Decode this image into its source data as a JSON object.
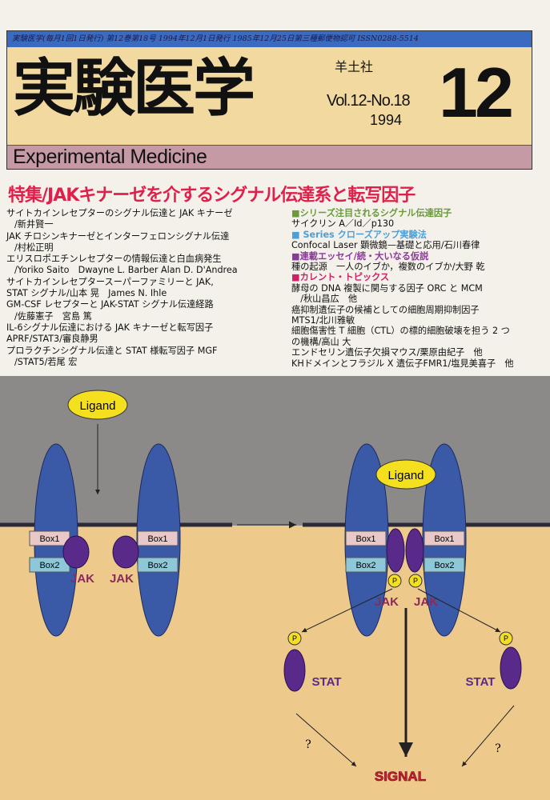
{
  "masthead": {
    "info_line": "実験医学(毎月1回1日発行) 第12巻第18号 1994年12月1日発行 1985年12月25日第三種郵便物認可 ISSN0288-5514",
    "title": "実験医学",
    "publisher": "羊土社",
    "volume": "Vol.12-No.18",
    "year": "1994",
    "issue_number": "12",
    "english_title": "Experimental Medicine"
  },
  "feature_title": "特集/JAKキナーゼを介するシグナル伝達系と転写因子",
  "feature_articles": [
    {
      "line1": "サイトカインレセプターのシグナル伝達と JAK キナーゼ",
      "line2": "/新井賢一"
    },
    {
      "line1": "JAK チロシンキナーゼとインターフェロンシグナル伝達",
      "line2": "/村松正明"
    },
    {
      "line1": "エリスロポエチンレセプターの情報伝達と白血病発生",
      "line2": "/Yoriko Saito　Dwayne L. Barber Alan D. D'Andrea"
    },
    {
      "line1": "サイトカインレセプタースーパーファミリーと JAK,",
      "line2": "STAT シグナル/山本 晃　James N. Ihle"
    },
    {
      "line1": "GM-CSF レセプターと JAK-STAT シグナル伝達経路",
      "line2": "/佐藤憲子　宮島 篤"
    },
    {
      "line1": "IL-6シグナル伝達における JAK キナーゼと転写因子",
      "line2": "APRF/STAT3/審良静男"
    },
    {
      "line1": "プロラクチンシグナル伝達と STAT 様転写因子 MGF",
      "line2": "/STAT5/若尾 宏"
    }
  ],
  "sections": [
    {
      "heading": "■シリーズ注目されるシグナル伝達因子",
      "color": "#6a9a3a",
      "items": [
        "サイクリン A／Id／p130"
      ]
    },
    {
      "heading": "■ Series クローズアップ実験法",
      "color": "#4aa0d8",
      "items": [
        "Confocal Laser 顕微鏡—基礎と応用/石川春律"
      ]
    },
    {
      "heading": "■連載エッセイ/続・大いなる仮説",
      "color": "#8a3a9a",
      "items": [
        "種の起源　一人のイブか，複数のイブか/大野 乾"
      ]
    },
    {
      "heading": "■カレント・トピックス",
      "color": "#d0206a",
      "items": [
        "酵母の DNA 複製に関与する因子 ORC と MCM",
        "　/秋山昌広　他",
        "癌抑制遺伝子の候補としての細胞周期抑制因子",
        "MTS1/北川雅敏",
        "細胞傷害性 T 細胞（CTL）の標的細胞破壊を担う 2 つ",
        "の機構/高山 大",
        "エンドセリン遺伝子欠損マウス/栗原由紀子　他",
        "KHドメインとフラジル X 遺伝子FMR1/塩見美喜子　他"
      ]
    }
  ],
  "diagram": {
    "ligand": "Ligand",
    "box1": "Box1",
    "box2": "Box2",
    "jak": "JAK",
    "p": "P",
    "stat": "STAT",
    "signal": "SIGNAL",
    "question": "?"
  }
}
